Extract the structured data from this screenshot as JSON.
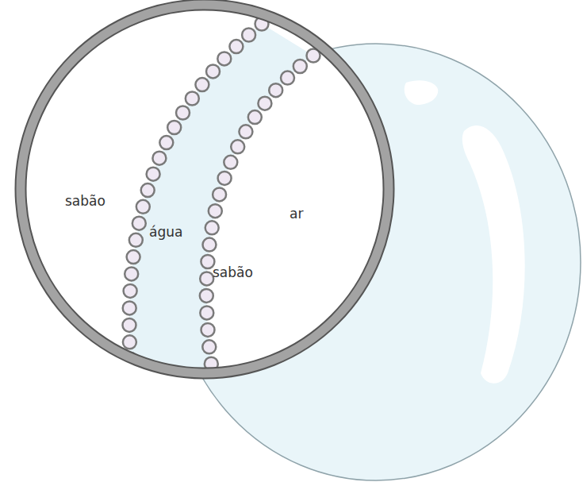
{
  "diagram": {
    "labels": [
      "sabão",
      "água",
      "ar",
      "sabão"
    ]
  }
}
